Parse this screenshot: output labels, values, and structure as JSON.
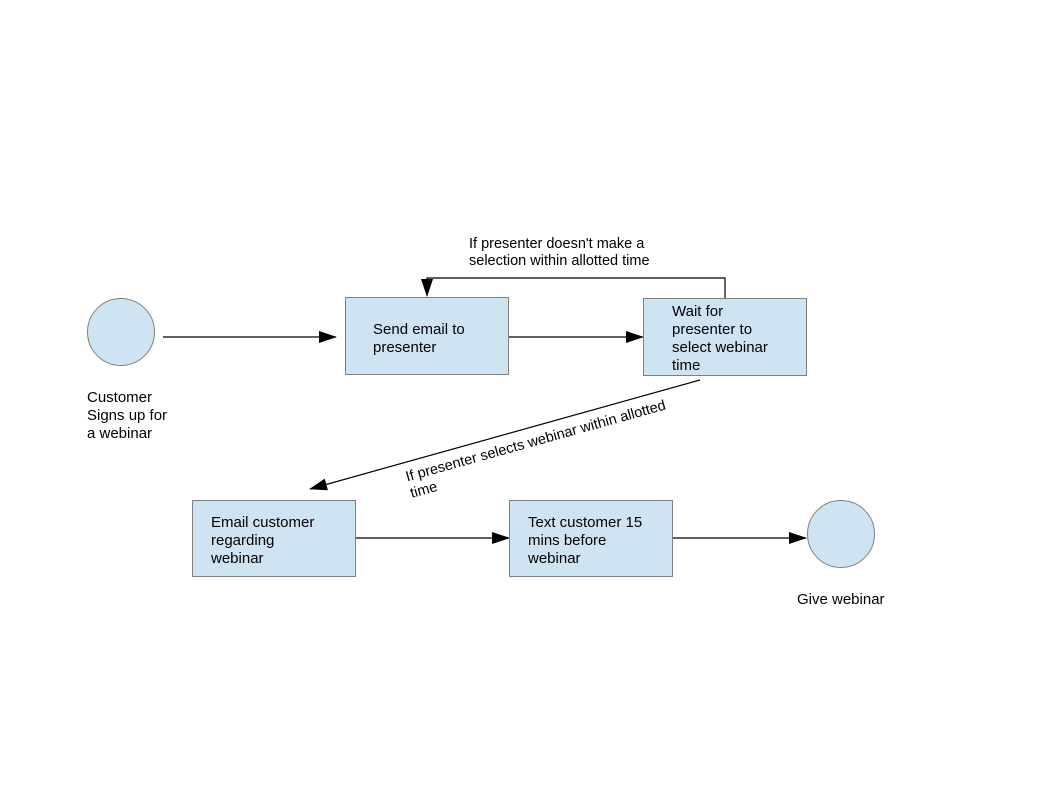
{
  "colors": {
    "node_fill": "#cfe4f2",
    "node_border": "#7f7f7f",
    "line": "#000000",
    "background": "#ffffff"
  },
  "nodes": {
    "start": {
      "label": "Customer\nSigns up for\na webinar"
    },
    "send_email": {
      "label": "Send email to\npresenter"
    },
    "wait": {
      "label": "Wait for\npresenter to\nselect webinar\ntime"
    },
    "email_customer": {
      "label": "Email customer\nregarding\nwebinar"
    },
    "text_customer": {
      "label": "Text customer 15\nmins before\nwebinar"
    },
    "end": {
      "label": "Give webinar"
    }
  },
  "edges": {
    "retry_label": "If presenter doesn't make a\nselection within allotted time",
    "selected_label": "If presenter selects webinar within allotted\ntime"
  }
}
